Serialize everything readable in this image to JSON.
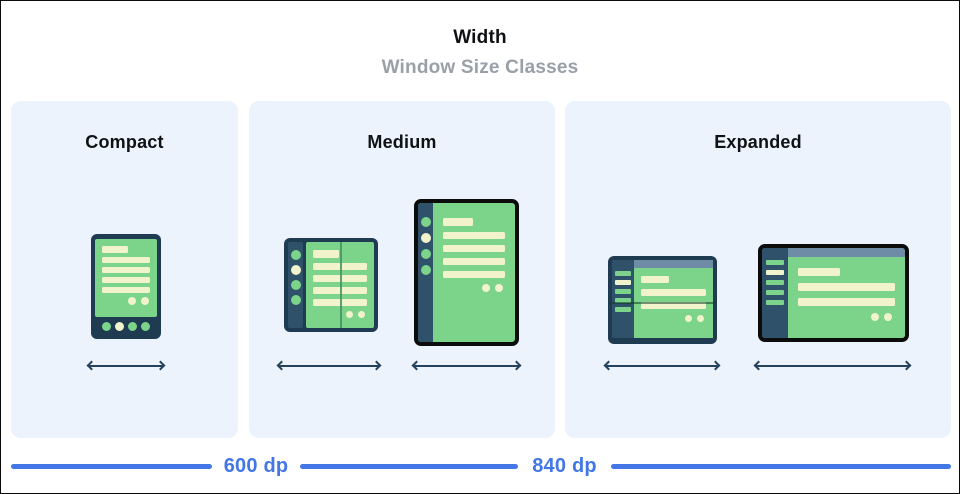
{
  "header": {
    "title": "Width",
    "subtitle": "Window Size Classes"
  },
  "panels": {
    "compact": {
      "label": "Compact"
    },
    "medium": {
      "label": "Medium"
    },
    "expanded": {
      "label": "Expanded"
    }
  },
  "ruler": {
    "labels": [
      "600 dp",
      "840 dp"
    ]
  },
  "icons": {
    "compact": [
      "phone-icon"
    ],
    "medium": [
      "foldable-portrait-icon",
      "tablet-portrait-icon"
    ],
    "expanded": [
      "foldable-landscape-icon",
      "tablet-landscape-icon"
    ],
    "arrows": "width-arrow-icon"
  },
  "colors": {
    "page-bg": "#ffffff",
    "page-border": "#0a0a0a",
    "panel-bg": "#ecf3fc",
    "title": "#0f1114",
    "subtitle": "#9aa0a8",
    "frame-navy": "#1f3b52",
    "rail-navy": "#2f5169",
    "screen-green": "#7bd48a",
    "fold-green": "#45905f",
    "cream": "#f1f3cd",
    "topbar-blue": "#6e8ca6",
    "frame-black": "#0c0c0c",
    "ruler-blue": "#4377e6",
    "arrow-navy": "#24425c"
  }
}
